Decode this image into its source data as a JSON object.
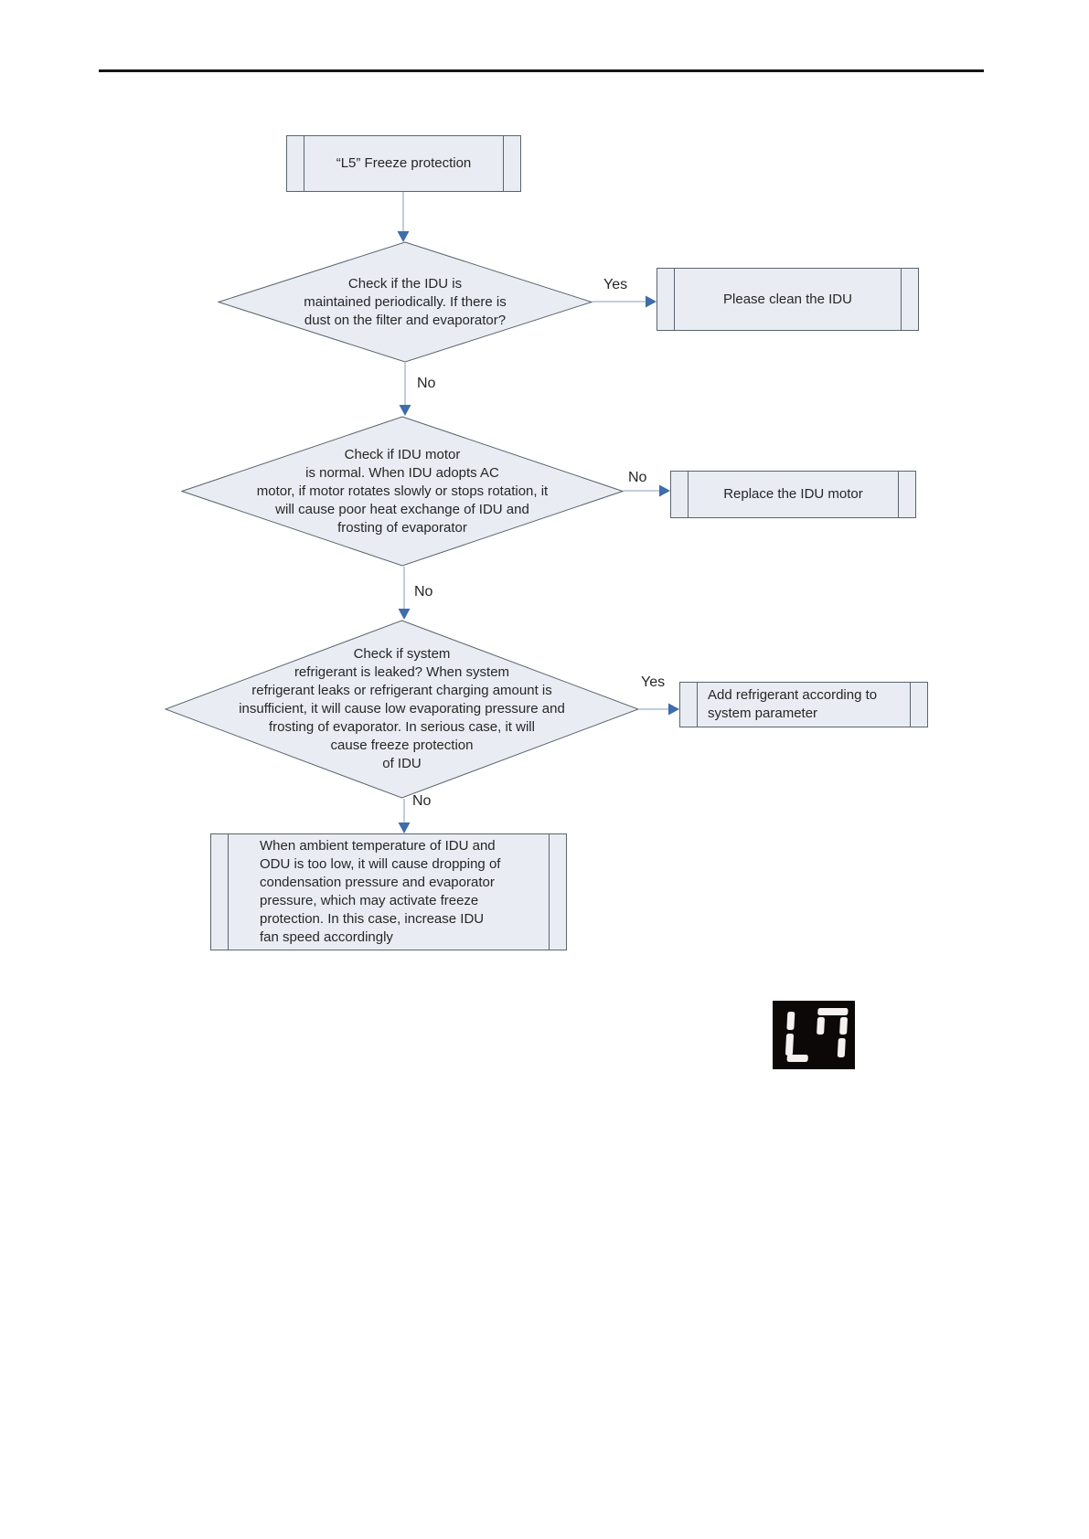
{
  "flowchart": {
    "start": {
      "label": "“L5” Freeze protection"
    },
    "decision1": {
      "text": "Check if the IDU is\nmaintained periodically. If there is\ndust on the filter and evaporator?",
      "branch_side": "Yes",
      "branch_down": "No"
    },
    "action1": {
      "label": "Please clean the IDU"
    },
    "decision2": {
      "text": "Check if IDU motor\nis normal. When IDU adopts AC\nmotor, if motor rotates slowly or stops rotation, it\nwill cause poor heat exchange of IDU and\nfrosting of evaporator",
      "branch_side": "No",
      "branch_down": "No"
    },
    "action2": {
      "label": "Replace the IDU motor"
    },
    "decision3": {
      "text": "Check if system\nrefrigerant is leaked? When system\nrefrigerant leaks or refrigerant charging amount is\ninsufficient, it will cause low evaporating pressure and\nfrosting of evaporator. In serious case, it will\ncause freeze protection\nof IDU",
      "branch_side": "Yes",
      "branch_down": "No"
    },
    "action3": {
      "label": "Add refrigerant according to\nsystem parameter"
    },
    "final": {
      "text": "When ambient temperature of IDU and\nODU is too low, it will cause dropping of\ncondensation pressure and evaporator\npressure, which may activate freeze\nprotection. In this case, increase IDU\nfan speed accordingly"
    }
  },
  "display": {
    "value": "L7"
  },
  "colors": {
    "shape_fill": "#e9edf3",
    "shape_stroke": "#5a646e",
    "arrow_line": "#9db1cc",
    "arrow_head": "#3e6cac",
    "text": "#262626",
    "header_rule": "#151515",
    "display_background": "#0b0807",
    "display_segment": "#f4f1ee"
  }
}
